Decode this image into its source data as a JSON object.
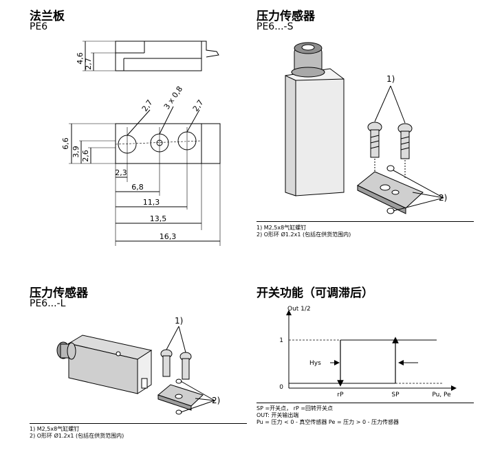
{
  "sections": {
    "flange": {
      "title": "法兰板",
      "model": "PE6"
    },
    "sensor_s": {
      "title": "压力传感器",
      "model": "PE6...-S"
    },
    "sensor_l": {
      "title": "压力传感器",
      "model": "PE6...-L"
    },
    "switch": {
      "title": "开关功能（可调滞后）"
    }
  },
  "dimensions": {
    "side_total": "4,6",
    "side_part": "2,7",
    "hole_left": "2,7",
    "hole_mid": "3 x 0,8",
    "hole_right": "2,7",
    "height_total": "6,6",
    "height_mid": "3,9",
    "height_low": "2,6",
    "len1": "2,3",
    "len2": "6,8",
    "len3": "11,3",
    "len4": "13,5",
    "len5": "16,3"
  },
  "callouts": {
    "c1": "1)",
    "c2": "2)"
  },
  "notes": {
    "s_line1": "1) M2,5x8气缸螺钉",
    "s_line2": "2) O形环 Ø1.2x1 (包括在供货范围内)",
    "l_line1": "1) M2,5x8气缸螺钉",
    "l_line2": "2) O形环 Ø1.2x1 (包括在供货范围内)",
    "sw_line1": "SP =开关点， rP =回转开关点",
    "sw_line2": "OUT: 开关输出端",
    "sw_line3": "Pu = 压力 < 0 - 真空传感器 Pe = 压力 > 0 - 压力传感器"
  },
  "switch_chart": {
    "y_axis_label": "Out 1/2",
    "y_tick_high": "1",
    "y_tick_low": "0",
    "hys_label": "Hys",
    "x_labels": [
      "rP",
      "SP",
      "Pu, Pe"
    ]
  }
}
